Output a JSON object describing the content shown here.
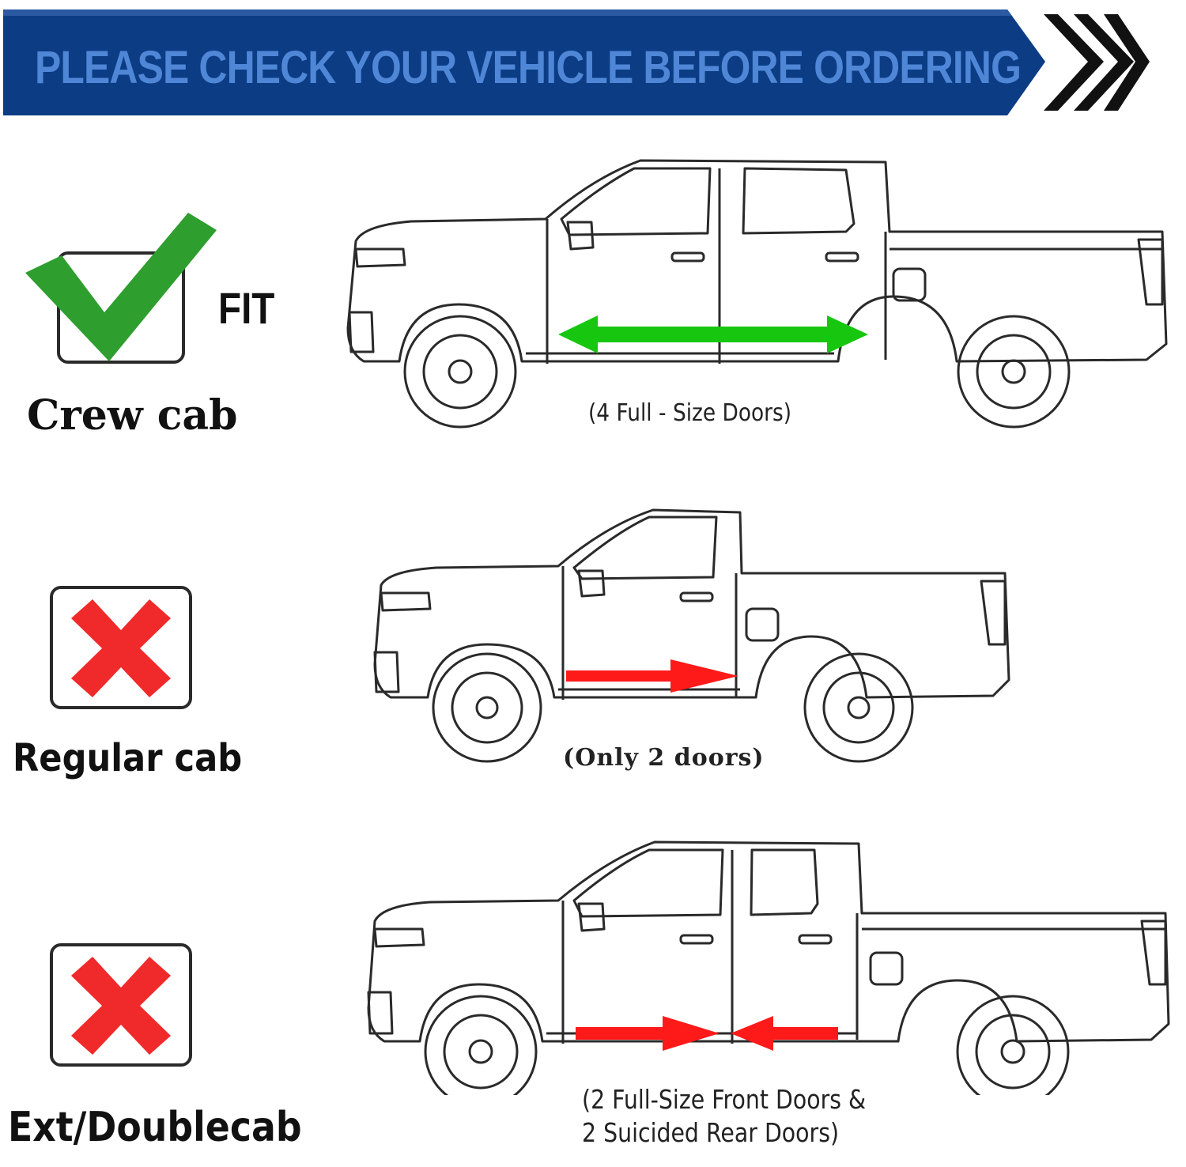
{
  "banner": {
    "text": "PLEASE CHECK YOUR VEHICLE BEFORE ORDERING",
    "bg_color": "#0b3c84",
    "text_color": "#4f86d6",
    "chevron_color": "#111111"
  },
  "sections": [
    {
      "cab_label": "Crew cab",
      "status": "fit",
      "status_label": "FIT",
      "icon": "green-check-icon",
      "caption": "(4 Full - Size Doors)",
      "arrow_color": "#17c70f"
    },
    {
      "cab_label": "Regular cab",
      "status": "not-fit",
      "icon": "red-x-icon",
      "caption": "(Only 2 doors)",
      "arrow_color": "#ff1a1a"
    },
    {
      "cab_label": "Ext/Doublecab",
      "status": "not-fit",
      "icon": "red-x-icon",
      "caption_lines": [
        "(2 Full-Size Front Doors &",
        "2 Suicided Rear Doors)"
      ],
      "arrow_color": "#ff1a1a"
    }
  ],
  "colors": {
    "check": "#2e9e2e",
    "x_mark": "#f02a2a",
    "outline": "#2a2a2a"
  }
}
